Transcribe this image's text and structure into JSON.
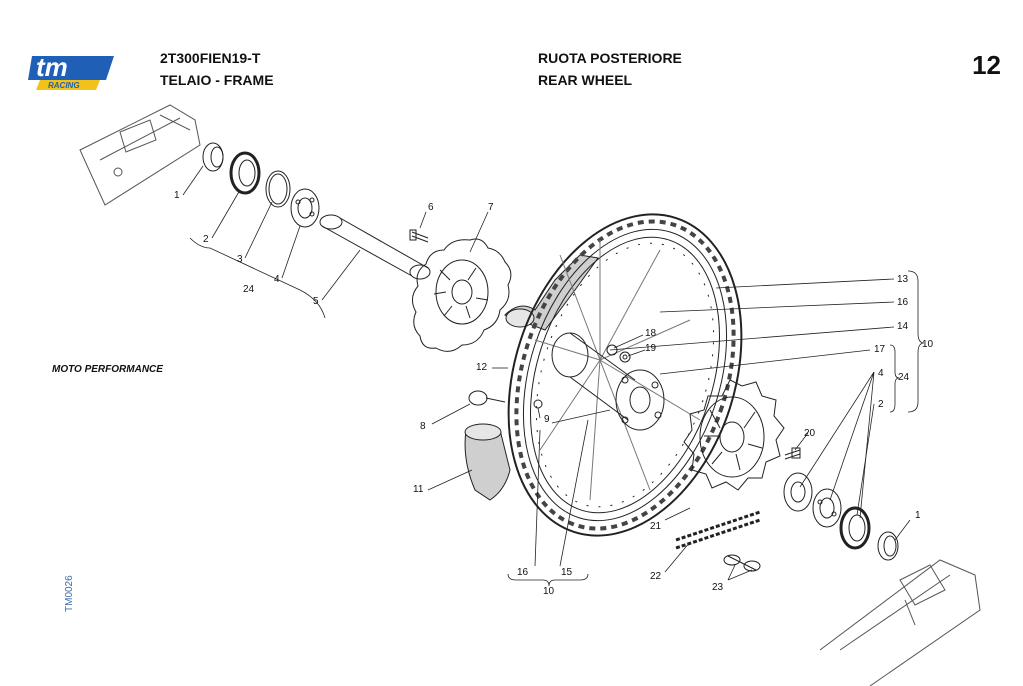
{
  "header": {
    "model_code": "2T300FIEN19-T",
    "section": "TELAIO - FRAME",
    "title_it": "RUOTA POSTERIORE",
    "title_en": "REAR WHEEL",
    "page_number": "12"
  },
  "logo": {
    "brand": "tm",
    "sub": "RACING"
  },
  "watermark": "MOTO PERFORMANCE",
  "drawing_code": "TM0026",
  "callouts": [
    "1",
    "2",
    "3",
    "4",
    "24",
    "5",
    "6",
    "7",
    "8",
    "9",
    "10",
    "11",
    "12",
    "13",
    "14",
    "15",
    "16",
    "17",
    "18",
    "19",
    "20",
    "21",
    "22",
    "23"
  ],
  "labels": {
    "l1": "1",
    "l2": "2",
    "l3": "3",
    "l4": "4",
    "l24a": "24",
    "l5": "5",
    "l6": "6",
    "l7": "7",
    "l8": "8",
    "l9": "9",
    "l11": "11",
    "l12": "12",
    "l13": "13",
    "l16a": "16",
    "l14": "14",
    "l10a": "10",
    "l18": "18",
    "l19": "19",
    "l17": "17",
    "l4b": "4",
    "l24b": "24",
    "l2b": "2",
    "l20": "20",
    "l1b": "1",
    "l21": "21",
    "l22": "22",
    "l23": "23",
    "l16b": "16",
    "l15": "15",
    "l10b": "10"
  },
  "colors": {
    "brand_blue": "#1f5fb5",
    "brand_yellow": "#f2c21b",
    "watermark": "#e4e4e4",
    "line": "#222222"
  }
}
